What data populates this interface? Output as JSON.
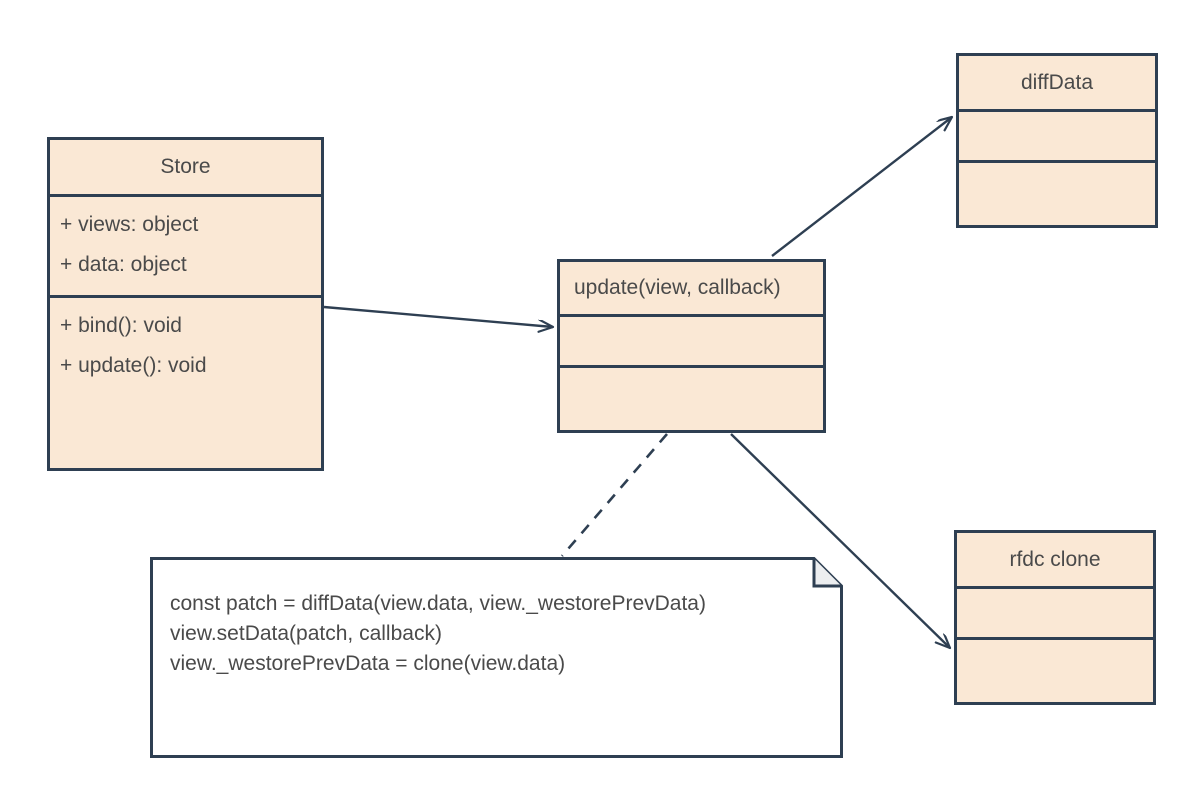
{
  "diagram": {
    "type": "uml-class-diagram",
    "colors": {
      "node_fill": "#fae8d5",
      "node_border": "#2e3f52",
      "note_fill": "#ffffff",
      "fold_fill": "#eceef0",
      "text": "#4a4a4a",
      "connector": "#2e3f52",
      "background": "#ffffff"
    },
    "nodes": {
      "store": {
        "title": "Store",
        "attributes": [
          "+ views: object",
          "+ data: object"
        ],
        "methods": [
          "+ bind(): void",
          "+ update(): void"
        ]
      },
      "update": {
        "title": "update(view, callback)",
        "compartment_2": "",
        "compartment_3": ""
      },
      "diffdata": {
        "title": "diffData",
        "compartment_2": "",
        "compartment_3": ""
      },
      "rfdc": {
        "title": "rfdc clone",
        "compartment_2": "",
        "compartment_3": ""
      }
    },
    "note": {
      "lines": [
        "const patch = diffData(view.data, view._westorePrevData)",
        "view.setData(patch, callback)",
        "view._westorePrevData = clone(view.data)"
      ]
    },
    "connectors": [
      {
        "name": "store-to-update",
        "from": "store",
        "to": "update",
        "style": "solid",
        "arrow": "open"
      },
      {
        "name": "update-to-diffdata",
        "from": "update",
        "to": "diffdata",
        "style": "solid",
        "arrow": "open"
      },
      {
        "name": "update-to-rfdc",
        "from": "update",
        "to": "rfdc",
        "style": "solid",
        "arrow": "open"
      },
      {
        "name": "update-to-note",
        "from": "update",
        "to": "note",
        "style": "dashed",
        "arrow": "none"
      }
    ]
  }
}
